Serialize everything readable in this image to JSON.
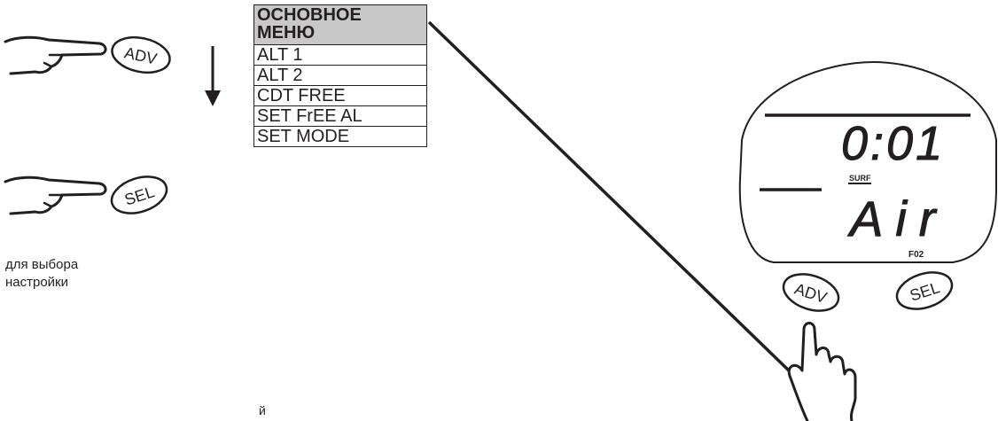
{
  "menu": {
    "title_line1": "ОСНОВНОЕ",
    "title_line2": "МЕНЮ",
    "items": [
      "ALT 1",
      "ALT 2",
      "CDT FREE",
      "SET FrEE AL",
      "SET MODE"
    ]
  },
  "buttons": {
    "adv_label": "ADV",
    "sel_label": "SEL"
  },
  "caption": {
    "line1": "для выбора",
    "line2": "настройки"
  },
  "display": {
    "time": "0:01",
    "surf_label": "SURF",
    "mode": "Air",
    "mode_code": "F02"
  },
  "stray_char": "й"
}
